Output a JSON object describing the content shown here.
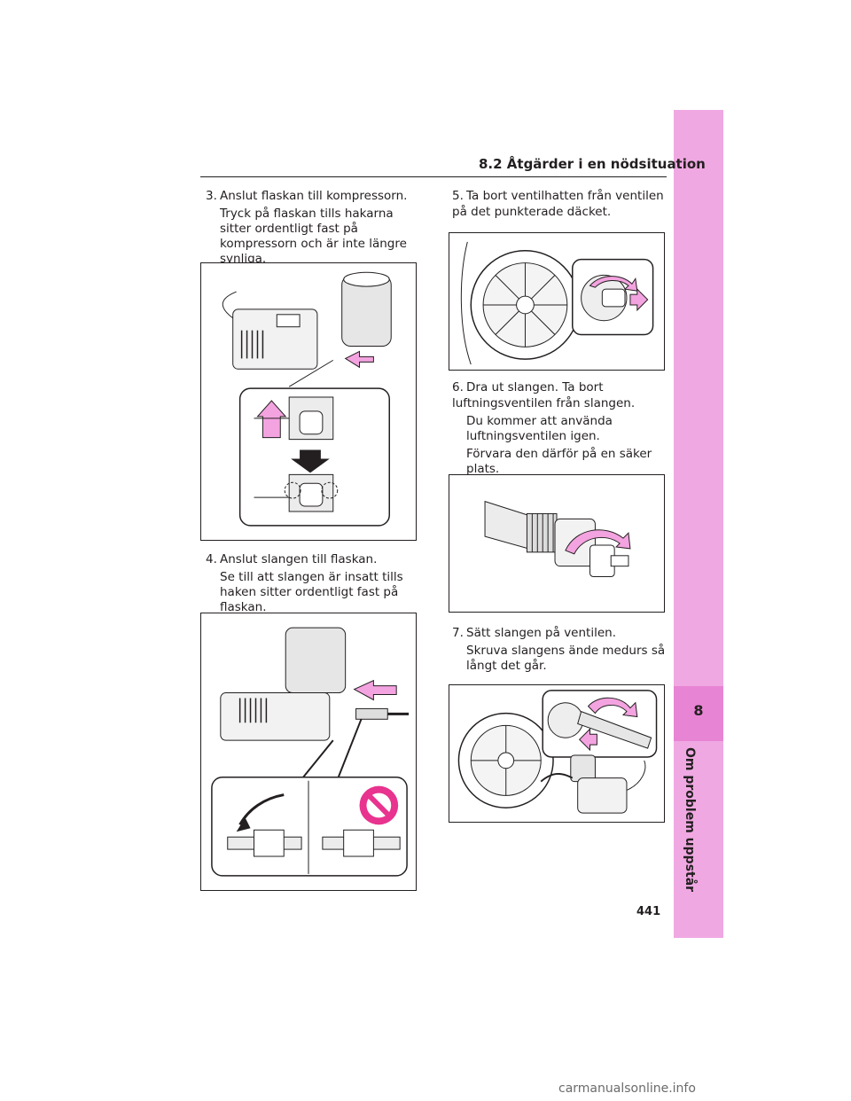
{
  "header": {
    "section_title": "8.2 Åtgärder i en nödsituation"
  },
  "side_tab": {
    "chapter_number": "8",
    "chapter_label": "Om problem uppstår"
  },
  "page_number": "441",
  "steps": [
    {
      "number": "3.",
      "title": "Anslut flaskan till kompressorn.",
      "notes": [
        "Tryck på flaskan tills hakarna sitter ordentligt fast på kompressorn och är inte längre synliga."
      ]
    },
    {
      "number": "4.",
      "title": "Anslut slangen till flaskan.",
      "notes": [
        "Se till att slangen är insatt tills haken sitter ordentligt fast på flaskan."
      ]
    },
    {
      "number": "5.",
      "title": "Ta bort ventilhatten från ventilen på det punkterade däcket.",
      "notes": []
    },
    {
      "number": "6.",
      "title": "Dra ut slangen. Ta bort luftningsventilen från slangen.",
      "notes": [
        "Du kommer att använda luftningsventilen igen.",
        "Förvara den därför på en säker plats."
      ]
    },
    {
      "number": "7.",
      "title": "Sätt slangen på ventilen.",
      "notes": [
        "Skruva slangens ände medurs så långt det går."
      ]
    }
  ],
  "colors": {
    "accent_pink": "#f0a8e2",
    "tab_dark": "#e884d4",
    "arrow_pink": "#f3a3df"
  },
  "watermark": "carmanualsonline.info"
}
